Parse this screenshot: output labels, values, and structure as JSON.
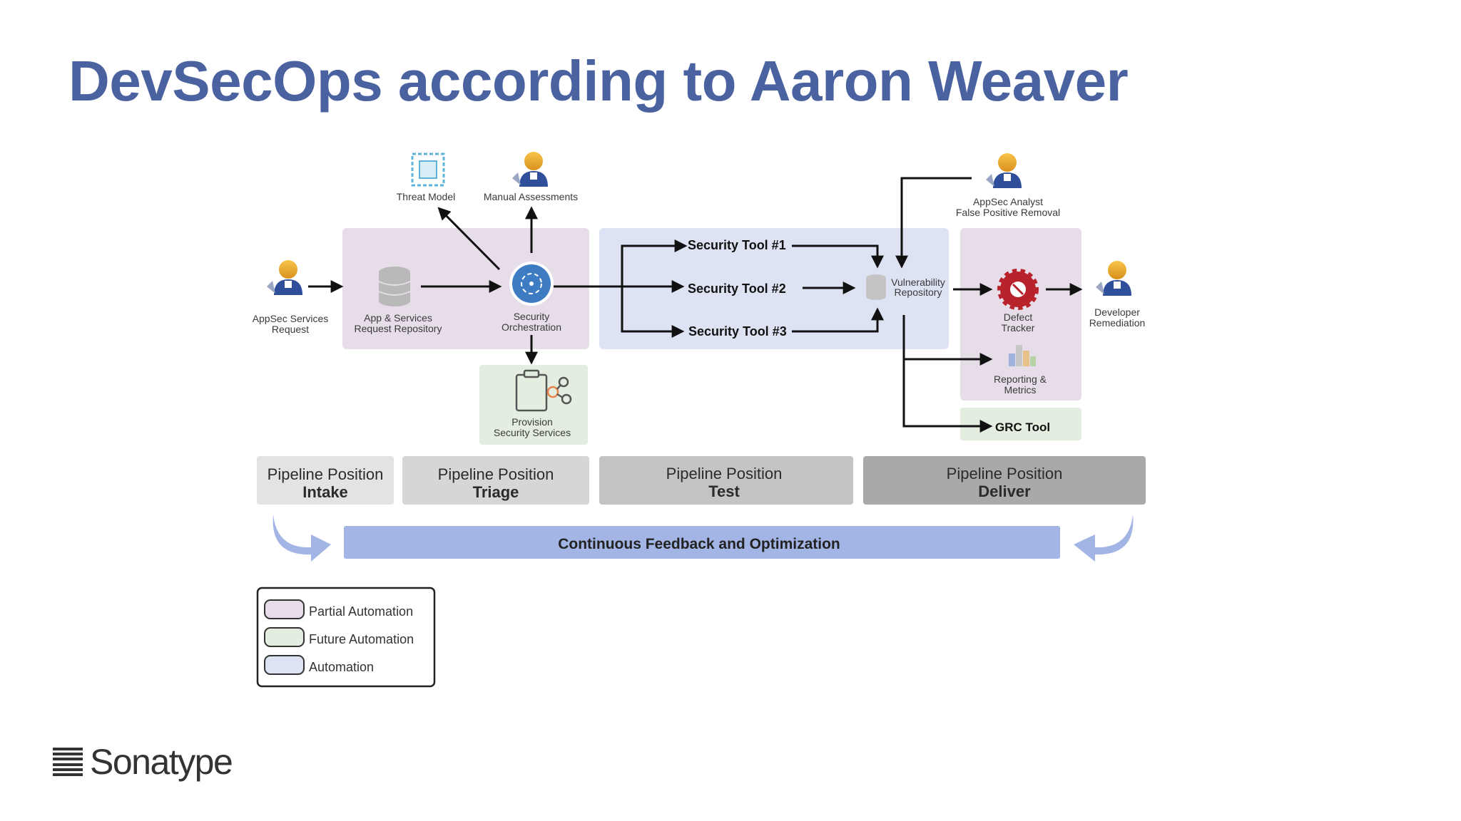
{
  "title": "DevSecOps according to Aaron Weaver",
  "nodes": {
    "threat_model": "Threat Model",
    "manual_assessments": "Manual Assessments",
    "appsec_request": [
      "AppSec Services",
      "Request"
    ],
    "request_repository": [
      "App & Services",
      "Request Repository"
    ],
    "security_orchestration": [
      "Security",
      "Orchestration"
    ],
    "provision": [
      "Provision",
      "Security Services"
    ],
    "tool1": "Security Tool #1",
    "tool2": "Security Tool #2",
    "tool3": "Security Tool #3",
    "vulnerability_repository": [
      "Vulnerability",
      "Repository"
    ],
    "appsec_analyst": [
      "AppSec Analyst",
      "False Positive Removal"
    ],
    "defect_tracker": [
      "Defect",
      "Tracker"
    ],
    "reporting_metrics": [
      "Reporting &",
      "Metrics"
    ],
    "developer_remediation": [
      "Developer",
      "Remediation"
    ],
    "grc_tool": "GRC Tool"
  },
  "pipeline": [
    {
      "line1": "Pipeline Position",
      "line2": "Intake",
      "color": "#e3e3e3"
    },
    {
      "line1": "Pipeline Position",
      "line2": "Triage",
      "color": "#d6d6d6"
    },
    {
      "line1": "Pipeline Position",
      "line2": "Test",
      "color": "#c4c4c4"
    },
    {
      "line1": "Pipeline Position",
      "line2": "Deliver",
      "color": "#a9a9a9"
    }
  ],
  "feedback": "Continuous Feedback and Optimization",
  "legend": [
    {
      "label": "Partial Automation",
      "color": "#e6dde9"
    },
    {
      "label": "Future Automation",
      "color": "#e3eee0"
    },
    {
      "label": "Automation",
      "color": "#dde3f3"
    }
  ],
  "colors": {
    "title": "#4a62a0",
    "partial_automation": "#e6dde9",
    "future_automation": "#e3eee0",
    "automation": "#dde3f3",
    "feedback_bar": "#a3b5e5"
  },
  "logo": "Sonatype"
}
